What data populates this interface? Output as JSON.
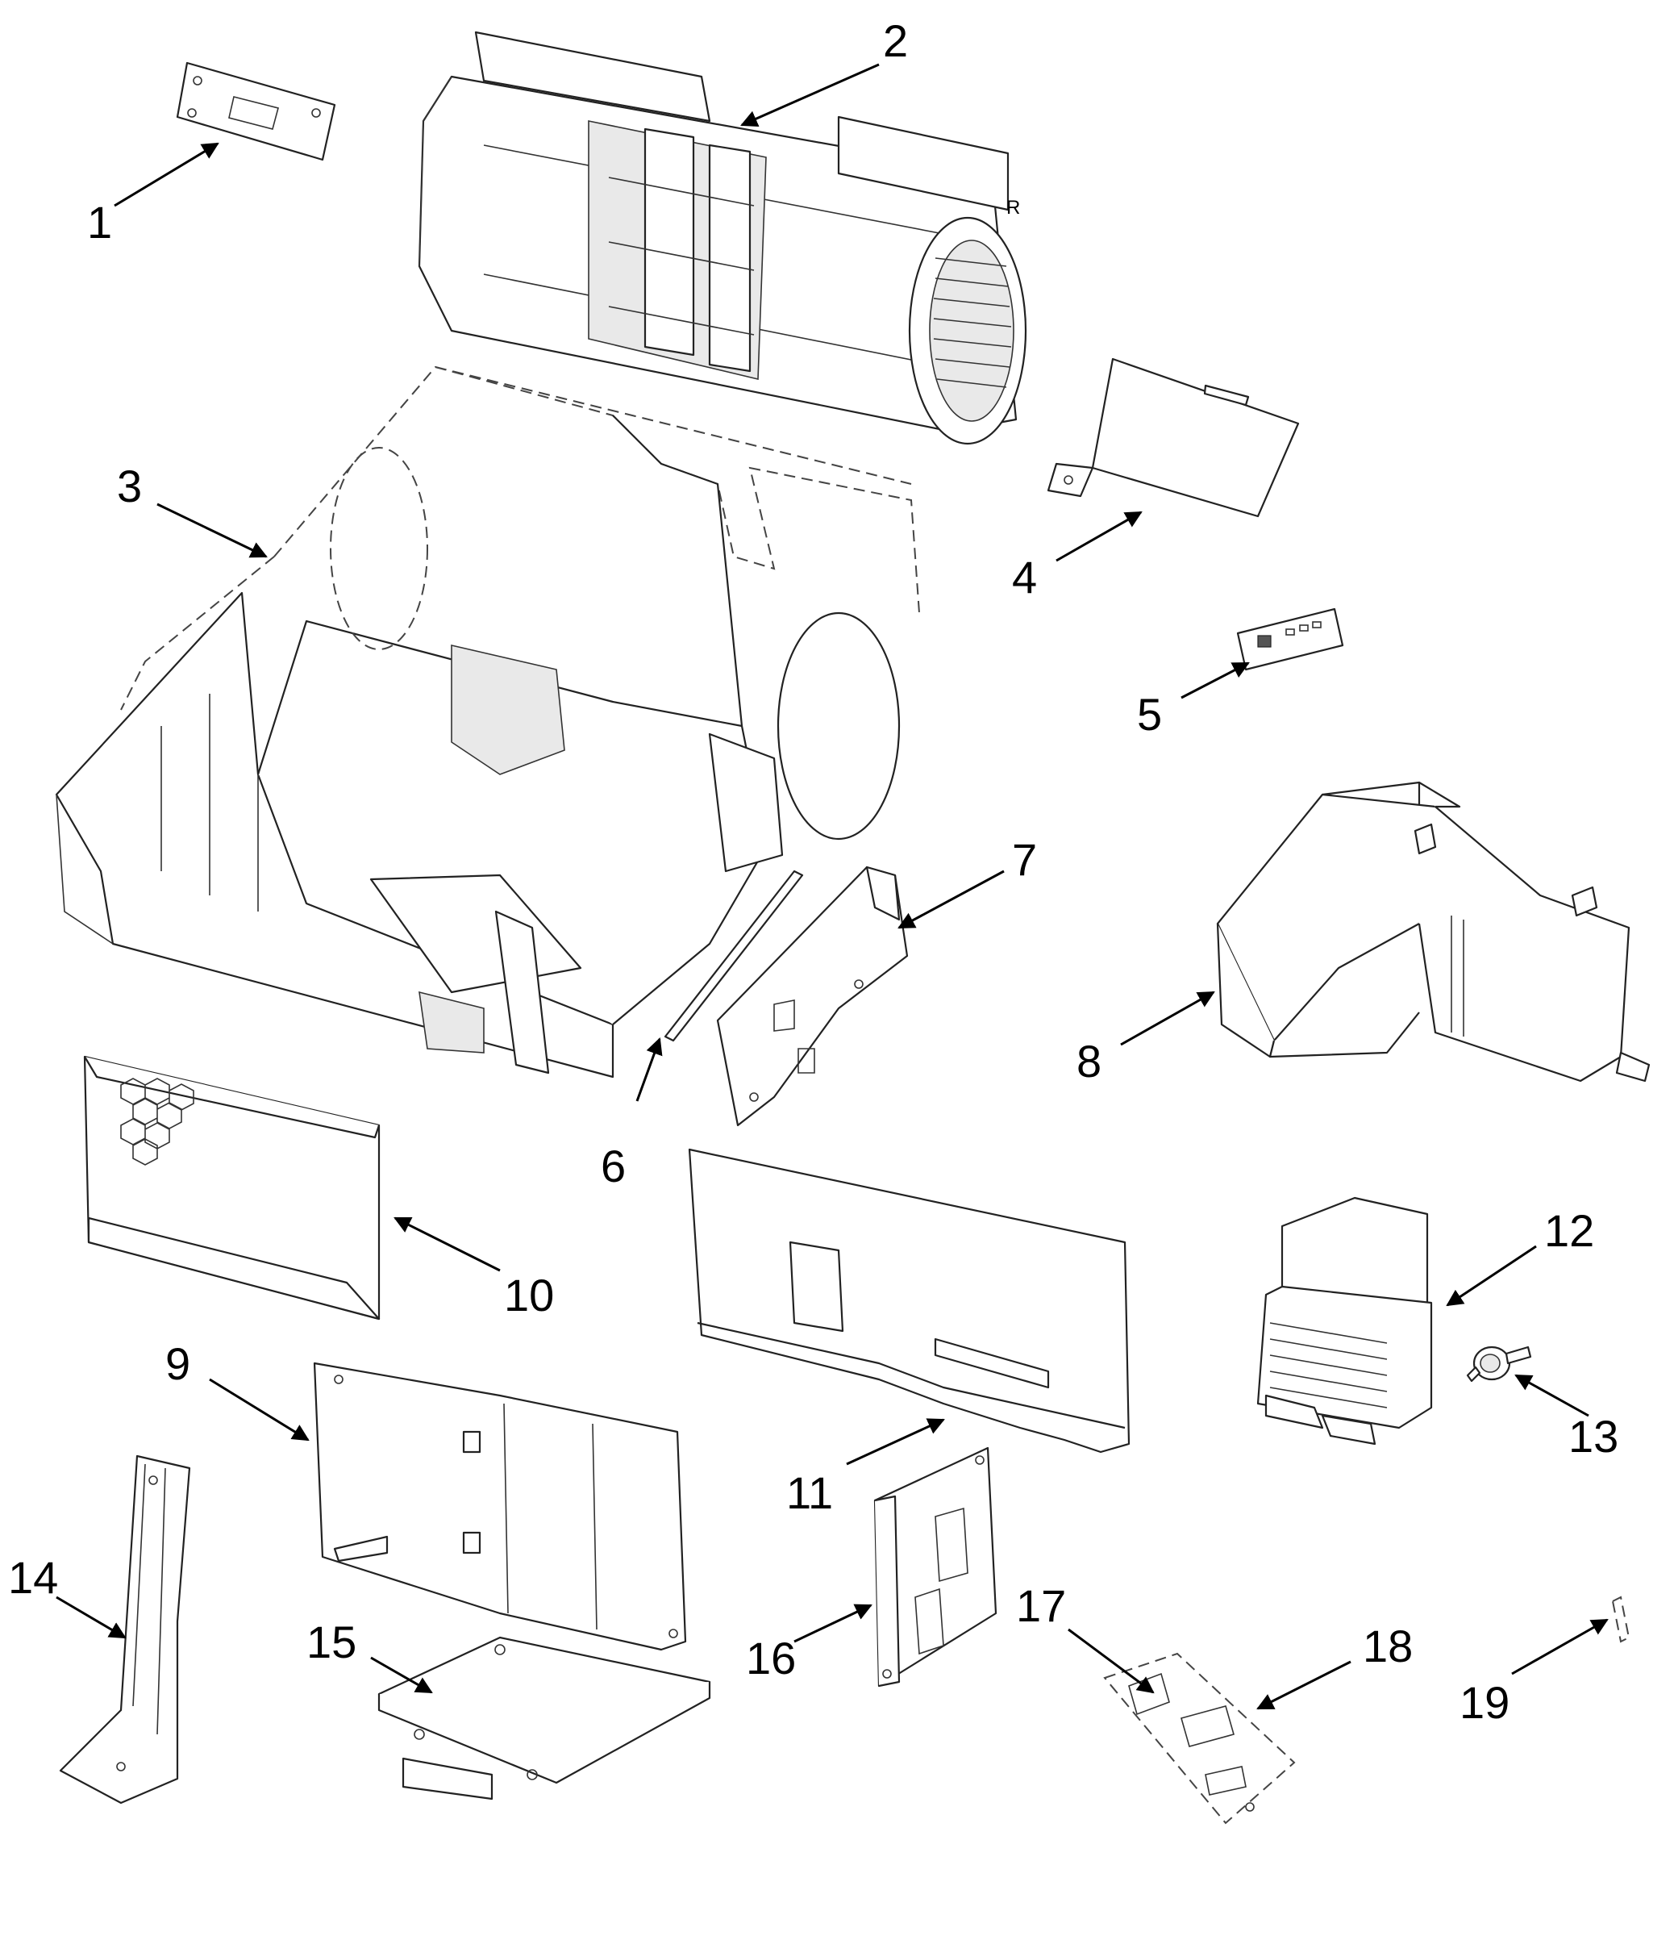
{
  "callouts": [
    {
      "id": "part-1",
      "label": "1"
    },
    {
      "id": "part-2",
      "label": "2"
    },
    {
      "id": "part-3",
      "label": "3"
    },
    {
      "id": "part-4",
      "label": "4"
    },
    {
      "id": "part-5",
      "label": "5"
    },
    {
      "id": "part-6",
      "label": "6"
    },
    {
      "id": "part-7",
      "label": "7"
    },
    {
      "id": "part-8",
      "label": "8"
    },
    {
      "id": "part-9",
      "label": "9"
    },
    {
      "id": "part-10",
      "label": "10"
    },
    {
      "id": "part-11",
      "label": "11"
    },
    {
      "id": "part-12",
      "label": "12"
    },
    {
      "id": "part-13",
      "label": "13"
    },
    {
      "id": "part-14",
      "label": "14"
    },
    {
      "id": "part-15",
      "label": "15"
    },
    {
      "id": "part-16",
      "label": "16"
    },
    {
      "id": "part-17",
      "label": "17"
    },
    {
      "id": "part-18",
      "label": "18"
    },
    {
      "id": "part-19",
      "label": "19"
    }
  ],
  "blower_mark": "R"
}
